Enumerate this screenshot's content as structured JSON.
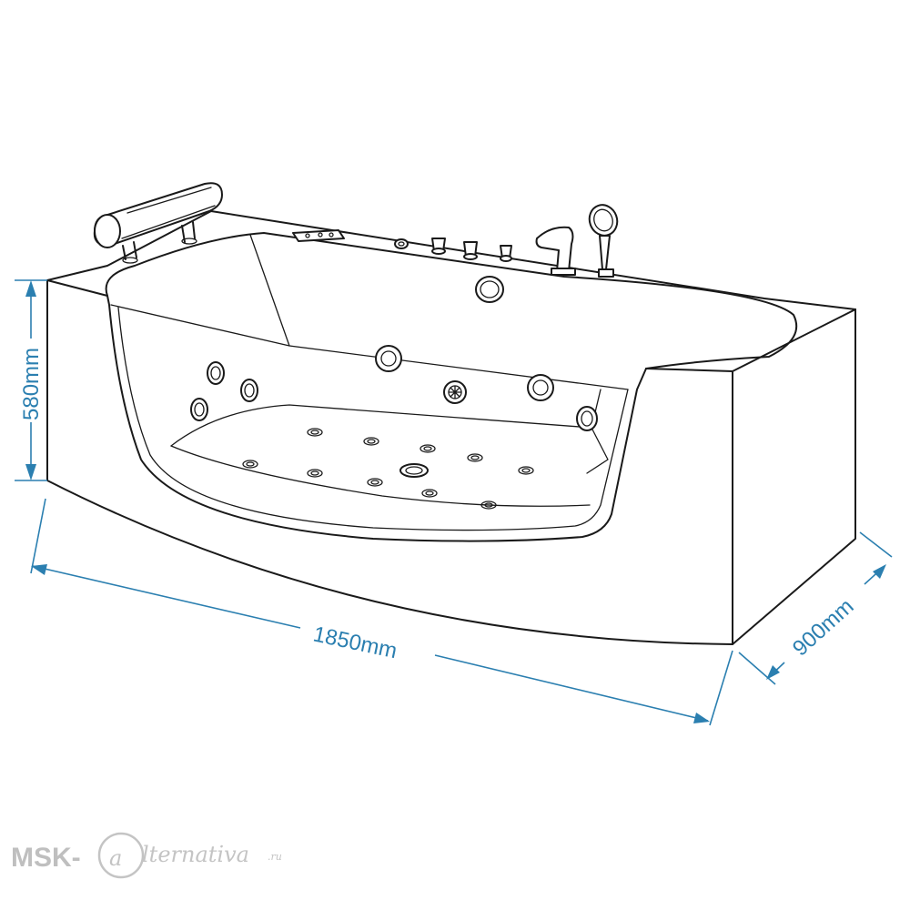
{
  "dimensions": {
    "height_label": "580mm",
    "length_label": "1850mm",
    "width_label": "900mm"
  },
  "watermark": {
    "prefix": "MSK-",
    "script": "lternativa",
    "suffix": ".ru"
  },
  "colors": {
    "line": "#1a1a1a",
    "dimension": "#2b7fb0",
    "watermark": "#bfbfbf"
  }
}
